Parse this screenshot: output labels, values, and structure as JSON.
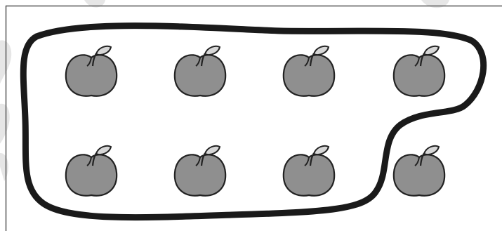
{
  "worksheet": {
    "apples": {
      "rows": [
        {
          "count": 4,
          "all_in_group": true
        },
        {
          "count": 4,
          "in_group": 3
        }
      ],
      "color": "#8f8f8f",
      "leaf_color": "#d6d6d6",
      "outline_color": "#222222"
    },
    "group_loop": {
      "color": "#1a1a1a",
      "apples_enclosed": 7
    },
    "frame": {
      "color": "#555555"
    }
  }
}
